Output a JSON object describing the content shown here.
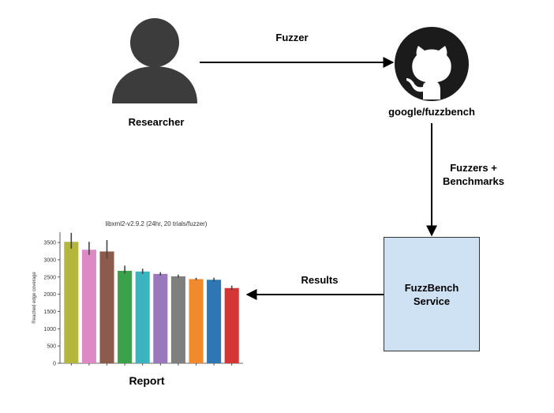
{
  "labels": {
    "fuzzer_arrow": "Fuzzer",
    "researcher": "Researcher",
    "repo": "google/fuzzbench",
    "fuzzers_benchmarks": "Fuzzers +\nBenchmarks",
    "service": "FuzzBench\nService",
    "results_arrow": "Results",
    "report": "Report"
  },
  "icons": {
    "researcher": "person-icon",
    "repo": "github-octocat-icon"
  },
  "colors": {
    "service_fill": "#cfe2f3",
    "icon": "#3c3c3c"
  },
  "chart_data": {
    "type": "bar",
    "title": "libxml2-v2.9.2 (24hr, 20 trials/fuzzer)",
    "ylabel": "Reached edge coverage",
    "ylim": [
      0,
      3800
    ],
    "yticks": [
      0,
      500,
      1000,
      1500,
      2000,
      2500,
      3000,
      3500
    ],
    "values": [
      3520,
      3290,
      3240,
      2680,
      2660,
      2590,
      2520,
      2440,
      2420,
      2180
    ],
    "errors": [
      [
        3320,
        3780
      ],
      [
        3140,
        3520
      ],
      [
        3040,
        3570
      ],
      [
        2600,
        2830
      ],
      [
        2590,
        2740
      ],
      [
        2540,
        2640
      ],
      [
        2480,
        2570
      ],
      [
        2410,
        2480
      ],
      [
        2360,
        2480
      ],
      [
        2120,
        2250
      ]
    ],
    "colors": [
      "#b5b63c",
      "#dd89c3",
      "#8c5b4e",
      "#3ba24a",
      "#3bb4c0",
      "#9a78be",
      "#7f7f7f",
      "#f08a2c",
      "#2f77b4",
      "#d43636"
    ]
  }
}
